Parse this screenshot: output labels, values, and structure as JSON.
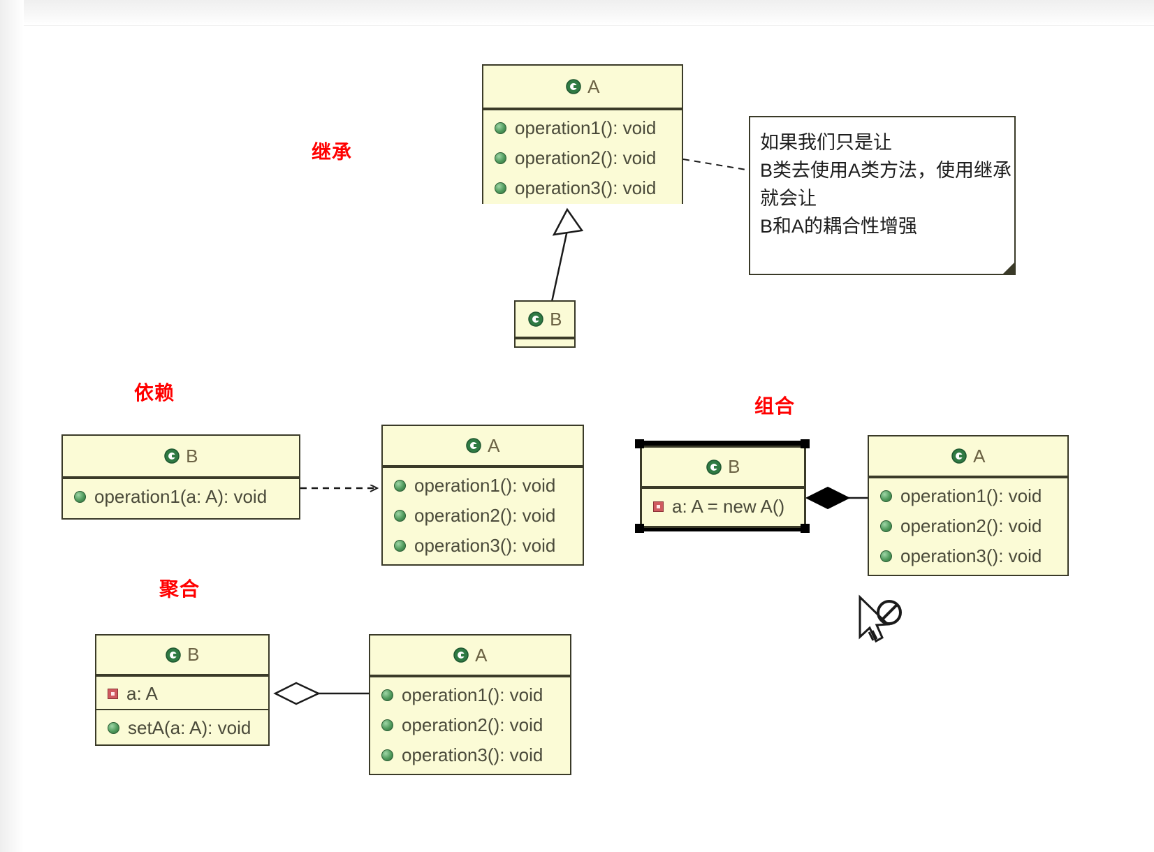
{
  "diagram": {
    "title": "UML relationship diagram",
    "background": "#ffffff",
    "class_fill": "#fbfbd6",
    "class_stroke": "#3a3a28",
    "label_color": "#ff0000"
  },
  "labels": {
    "inheritance": "继承",
    "dependency": "依赖",
    "composition": "组合",
    "aggregation": "聚合"
  },
  "icons": {
    "class_icon": "class-icon",
    "method_icon": "method-icon",
    "field_icon": "field-icon",
    "cursor": "cursor-arrow-icon",
    "no_drop": "no-drop-icon"
  },
  "note": {
    "name": "uml-note",
    "lines": [
      "如果我们只是让",
      "B类去使用A类方法，使用继承",
      "就会让",
      "B和A的耦合性增强"
    ]
  },
  "classes": {
    "inherit_a": {
      "name": "A",
      "members": [
        {
          "kind": "method",
          "text": "operation1(): void"
        },
        {
          "kind": "method",
          "text": "operation2(): void"
        },
        {
          "kind": "method",
          "text": "operation3(): void"
        }
      ]
    },
    "inherit_b": {
      "name": "B",
      "members": []
    },
    "depend_b": {
      "name": "B",
      "members": [
        {
          "kind": "method",
          "text": "operation1(a: A): void"
        }
      ]
    },
    "depend_a": {
      "name": "A",
      "members": [
        {
          "kind": "method",
          "text": "operation1(): void"
        },
        {
          "kind": "method",
          "text": "operation2(): void"
        },
        {
          "kind": "method",
          "text": "operation3(): void"
        }
      ]
    },
    "compose_b": {
      "name": "B",
      "members": [
        {
          "kind": "field",
          "text": "a: A = new A()"
        }
      ]
    },
    "compose_a": {
      "name": "A",
      "members": [
        {
          "kind": "method",
          "text": "operation1(): void"
        },
        {
          "kind": "method",
          "text": "operation2(): void"
        },
        {
          "kind": "method",
          "text": "operation3(): void"
        }
      ]
    },
    "aggregate_b": {
      "name": "B",
      "members": [
        {
          "kind": "field",
          "text": "a: A"
        },
        {
          "kind": "method",
          "text": "setA(a: A): void"
        }
      ]
    },
    "aggregate_a": {
      "name": "A",
      "members": [
        {
          "kind": "method",
          "text": "operation1(): void"
        },
        {
          "kind": "method",
          "text": "operation2(): void"
        },
        {
          "kind": "method",
          "text": "operation3(): void"
        }
      ]
    }
  },
  "relations": [
    {
      "name": "generalization",
      "from": "inherit_b",
      "to": "inherit_a",
      "arrow": "hollow-triangle",
      "line": "solid"
    },
    {
      "name": "note-anchor",
      "from": "inherit_a",
      "to": "uml-note",
      "arrow": "none",
      "line": "dashed"
    },
    {
      "name": "dependency",
      "from": "depend_b",
      "to": "depend_a",
      "arrow": "open-arrow",
      "line": "dashed"
    },
    {
      "name": "composition",
      "from": "compose_a",
      "to": "compose_b",
      "arrow": "filled-diamond",
      "line": "solid"
    },
    {
      "name": "aggregation",
      "from": "aggregate_a",
      "to": "aggregate_b",
      "arrow": "hollow-diamond",
      "line": "solid"
    }
  ]
}
